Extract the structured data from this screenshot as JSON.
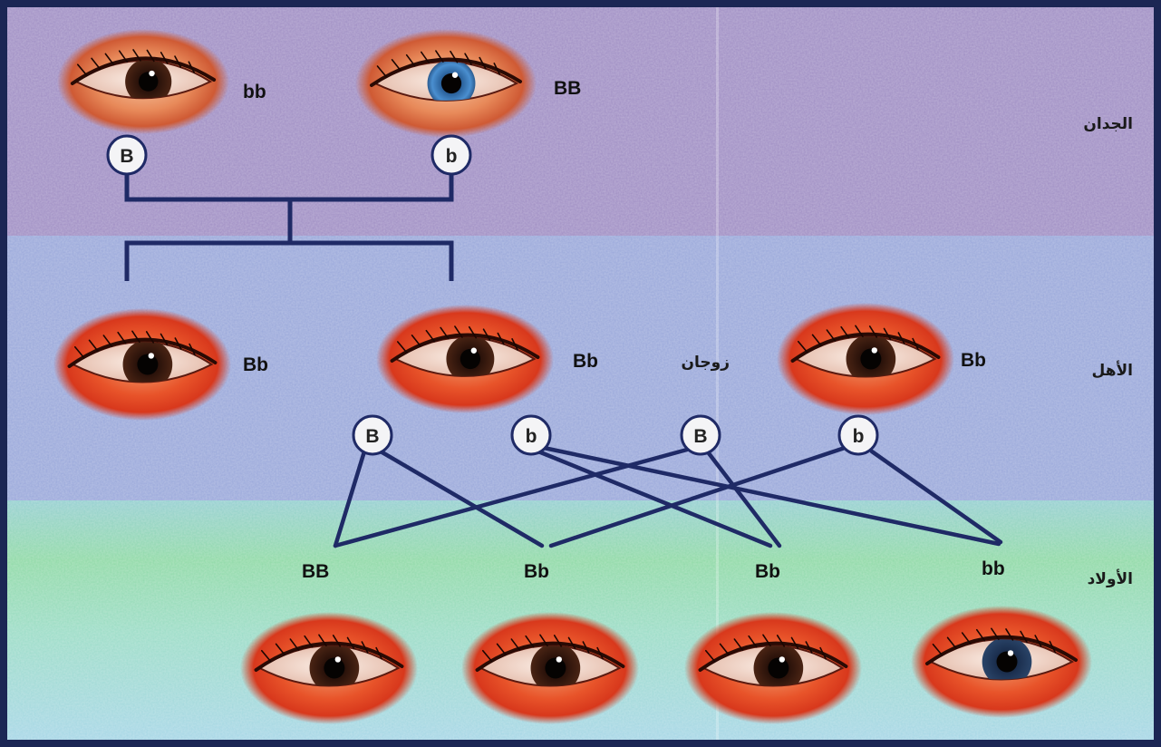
{
  "rows": {
    "grandparents": "الجدان",
    "parents": "الأهل",
    "children": "الأولاد"
  },
  "couple_label": "زوجان",
  "grandparents": [
    {
      "genotype": "bb",
      "eye_color": "brown",
      "allele": "B"
    },
    {
      "genotype": "BB",
      "eye_color": "blue",
      "allele": "b"
    }
  ],
  "parents": [
    {
      "genotype": "Bb",
      "eye_color": "brown"
    },
    {
      "genotype": "Bb",
      "eye_color": "brown"
    },
    {
      "genotype": "Bb",
      "eye_color": "brown"
    }
  ],
  "gametes": [
    "B",
    "b",
    "B",
    "b"
  ],
  "children": [
    {
      "genotype": "BB",
      "eye_color": "brown"
    },
    {
      "genotype": "Bb",
      "eye_color": "brown"
    },
    {
      "genotype": "Bb",
      "eye_color": "brown"
    },
    {
      "genotype": "bb",
      "eye_color": "blue"
    }
  ],
  "colors": {
    "brown_iris": "#3a1a0c",
    "blue_iris": "#2f6fb0",
    "band_top": "#9b89c0",
    "band_middle": "#98a6d8",
    "band_bottom": "#8fd3b8",
    "connector": "#1f2a66"
  }
}
